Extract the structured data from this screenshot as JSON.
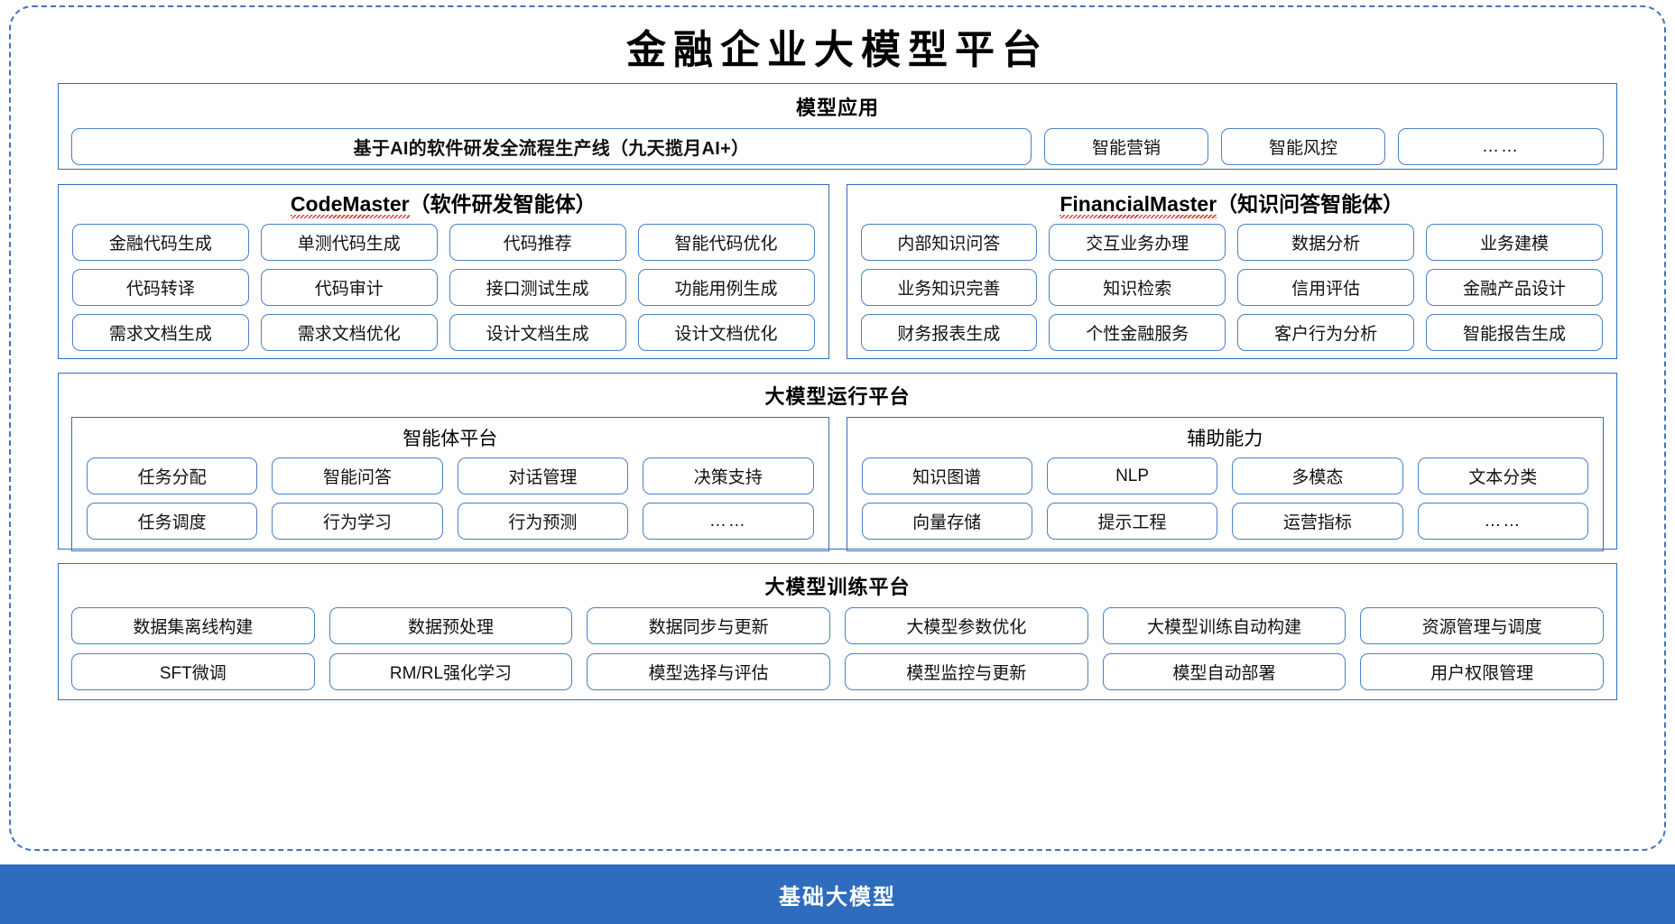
{
  "title": "金融企业大模型平台",
  "model_application": {
    "heading": "模型应用",
    "items": [
      "基于AI的软件研发全流程生产线（九天揽月AI+）",
      "智能营销",
      "智能风控",
      "……"
    ]
  },
  "agents": [
    {
      "name": "CodeMaster",
      "suffix": "（软件研发智能体）",
      "spellcheck_underline": true,
      "items": [
        "金融代码生成",
        "单测代码生成",
        "代码推荐",
        "智能代码优化",
        "代码转译",
        "代码审计",
        "接口测试生成",
        "功能用例生成",
        "需求文档生成",
        "需求文档优化",
        "设计文档生成",
        "设计文档优化"
      ]
    },
    {
      "name": "FinancialMaster",
      "suffix": "（知识问答智能体）",
      "spellcheck_underline": true,
      "items": [
        "内部知识问答",
        "交互业务办理",
        "数据分析",
        "业务建模",
        "业务知识完善",
        "知识检索",
        "信用评估",
        "金融产品设计",
        "财务报表生成",
        "个性金融服务",
        "客户行为分析",
        "智能报告生成"
      ]
    }
  ],
  "runtime_platform": {
    "heading": "大模型运行平台",
    "groups": [
      {
        "title": "智能体平台",
        "items": [
          "任务分配",
          "智能问答",
          "对话管理",
          "决策支持",
          "任务调度",
          "行为学习",
          "行为预测",
          "……"
        ]
      },
      {
        "title": "辅助能力",
        "items": [
          "知识图谱",
          "NLP",
          "多模态",
          "文本分类",
          "向量存储",
          "提示工程",
          "运营指标",
          "……"
        ]
      }
    ]
  },
  "training_platform": {
    "heading": "大模型训练平台",
    "items": [
      "数据集离线构建",
      "数据预处理",
      "数据同步与更新",
      "大模型参数优化",
      "大模型训练自动构建",
      "资源管理与调度",
      "SFT微调",
      "RM/RL强化学习",
      "模型选择与评估",
      "模型监控与更新",
      "模型自动部署",
      "用户权限管理"
    ]
  },
  "base_model": {
    "label": "基础大模型"
  },
  "colors": {
    "accent_blue": "#2e6cbe",
    "border_blue": "#2e6fba",
    "pill_border": "#4a80c4",
    "dashed_frame": "#4472c4",
    "spellcheck_red": "#e03131"
  }
}
